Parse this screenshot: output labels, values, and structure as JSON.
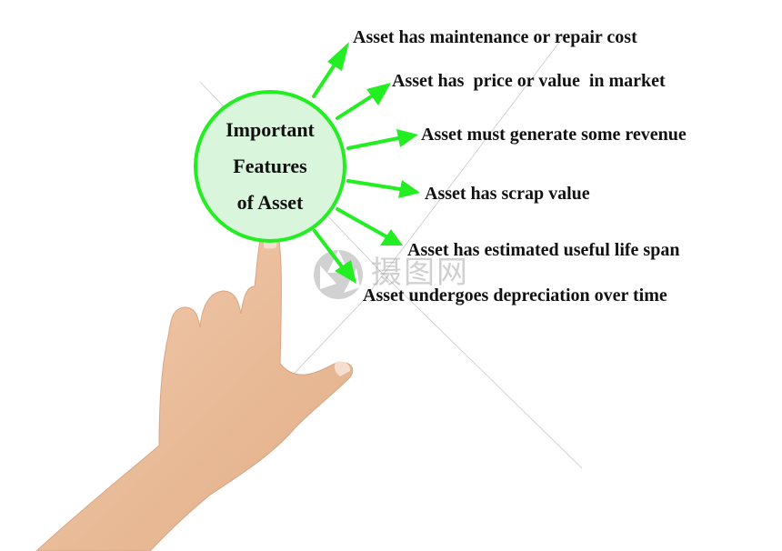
{
  "diagram": {
    "center": {
      "lines": [
        "Important",
        "Features",
        "of Asset"
      ],
      "fill_color": "#d9f5dc",
      "border_color": "#22ee22"
    },
    "arrow_color": "#22ee22",
    "features": [
      {
        "label": "Asset has maintenance or repair cost"
      },
      {
        "label": "Asset has  price or value  in market"
      },
      {
        "label": "Asset must generate some revenue"
      },
      {
        "label": "Asset has scrap value"
      },
      {
        "label": "Asset has estimated useful life span"
      },
      {
        "label": "Asset undergoes depreciation over time"
      }
    ]
  },
  "watermark": {
    "text": "摄图网",
    "icon": "camera-aperture-icon"
  },
  "photo": {
    "subject": "hand-pointing-at-circle"
  }
}
